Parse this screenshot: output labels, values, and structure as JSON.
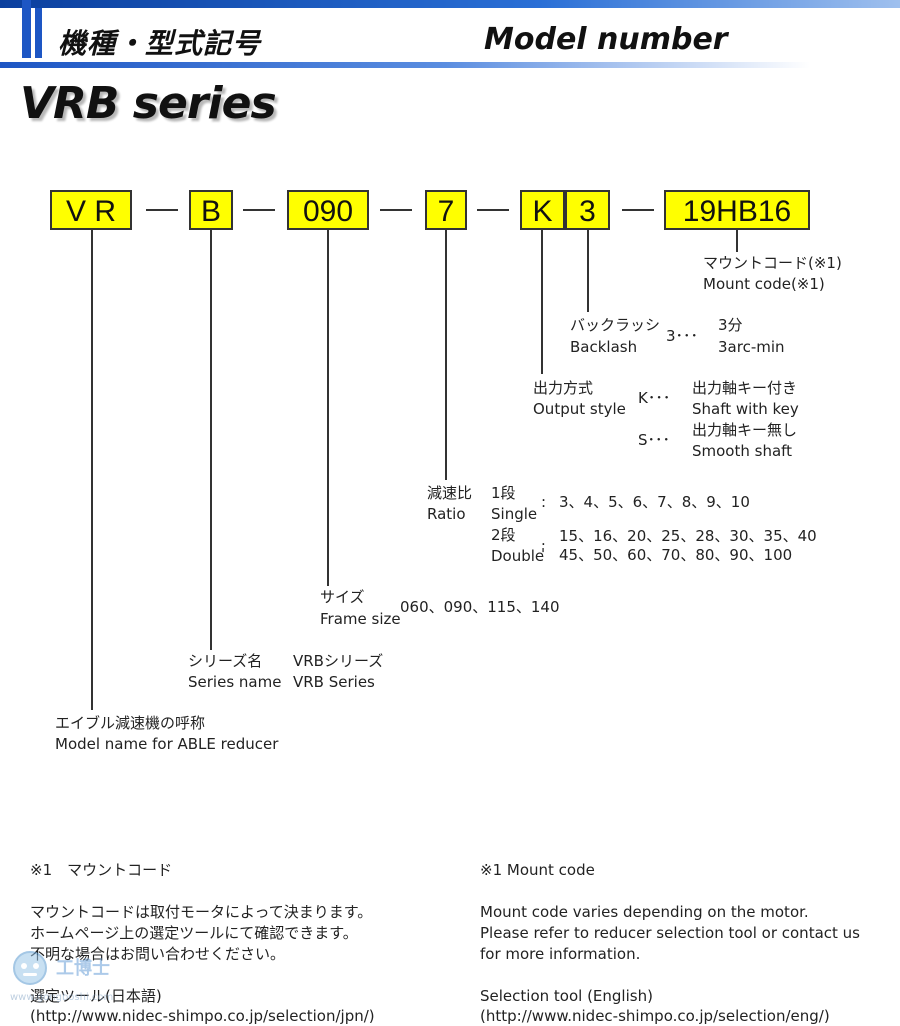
{
  "header": {
    "title_jp": "機種・型式記号",
    "title_en": "Model number",
    "series": "VRB series"
  },
  "code_boxes": [
    "V R",
    "B",
    "090",
    "7",
    "K",
    "3",
    "19HB16"
  ],
  "mount_code": {
    "label_jp": "マウントコード(※1)",
    "label_en": "Mount code(※1)"
  },
  "backlash": {
    "label_jp": "バックラッシ",
    "label_en": "Backlash",
    "code": "3･･･",
    "value_jp": "3分",
    "value_en": "3arc-min"
  },
  "output_style": {
    "label_jp": "出力方式",
    "label_en": "Output style",
    "options": [
      {
        "code": "K･･･",
        "jp": "出力軸キー付き",
        "en": "Shaft with key"
      },
      {
        "code": "S･･･",
        "jp": "出力軸キー無し",
        "en": "Smooth shaft"
      }
    ]
  },
  "ratio": {
    "label_jp": "減速比",
    "label_en": "Ratio",
    "single_jp": "1段",
    "single_en": "Single",
    "single_colon": ":",
    "single_values": "3、4、5、6、7、8、9、10",
    "double_jp": "2段",
    "double_en": "Double",
    "double_colon": ".",
    "double_colon2": "'",
    "double_values_1": "15、16、20、25、28、30、35、40",
    "double_values_2": "45、50、60、70、80、90、100"
  },
  "frame_size": {
    "label_jp": "サイズ",
    "label_en": "Frame size",
    "values": "060、090、115、140"
  },
  "series_name": {
    "label_jp": "シリーズ名",
    "label_en": "Series name",
    "value_jp": "VRBシリーズ",
    "value_en": "VRB Series"
  },
  "model_name": {
    "label_jp": "エイブル減速機の呼称",
    "label_en": "Model name for ABLE reducer"
  },
  "notes": {
    "jp": {
      "heading": "※1　マウントコード",
      "line1": "マウントコードは取付モータによって決まります。",
      "line2": "ホームページ上の選定ツールにて確認できます。",
      "line3": "不明な場合はお問い合わせください。",
      "tool_label": "選定ツール(日本語)",
      "tool_url": "(http://www.nidec-shimpo.co.jp/selection/jpn/)"
    },
    "en": {
      "heading": "※1  Mount code",
      "line1": "Mount code varies depending on the motor.",
      "line2": "Please refer to reducer selection tool or contact us",
      "line3": "for more information.",
      "tool_label": "Selection tool (English)",
      "tool_url": "(http://www.nidec-shimpo.co.jp/selection/eng/)"
    }
  },
  "watermark": {
    "text": "工博士",
    "url": "www.gongboshi.com"
  },
  "colors": {
    "box_fill": "#ffff00",
    "header_blue": "#1d56c4"
  }
}
